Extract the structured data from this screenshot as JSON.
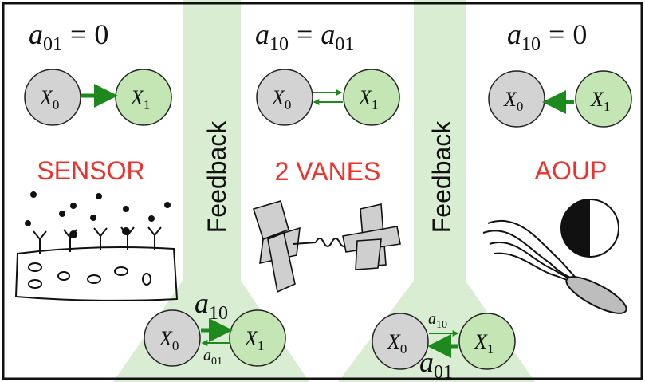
{
  "panels": [
    {
      "equation": {
        "lhs_var": "a",
        "lhs_sub": "01",
        "op": "=",
        "rhs_var": "",
        "rhs_sub": "",
        "rhs_num": "0"
      },
      "nodes": {
        "x0_var": "X",
        "x0_sub": "0",
        "x1_var": "X",
        "x1_sub": "1"
      },
      "label": "SENSOR",
      "illustration": "receptor-cell-icon"
    },
    {
      "equation": {
        "lhs_var": "a",
        "lhs_sub": "10",
        "op": "=",
        "rhs_var": "a",
        "rhs_sub": "01",
        "rhs_num": ""
      },
      "nodes": {
        "x0_var": "X",
        "x0_sub": "0",
        "x1_var": "X",
        "x1_sub": "1"
      },
      "label": "2 VANES",
      "illustration": "vanes-spring-icon"
    },
    {
      "equation": {
        "lhs_var": "a",
        "lhs_sub": "10",
        "op": "=",
        "rhs_var": "",
        "rhs_sub": "",
        "rhs_num": "0"
      },
      "nodes": {
        "x0_var": "X",
        "x0_sub": "0",
        "x1_var": "X",
        "x1_sub": "1"
      },
      "label": "AOUP",
      "illustration": "active-particle-icon"
    }
  ],
  "feedback": [
    {
      "label": "Feedback",
      "nodes": {
        "x0_var": "X",
        "x0_sub": "0",
        "x1_var": "X",
        "x1_sub": "1"
      },
      "top_coupling": {
        "var": "a",
        "sub": "10"
      },
      "bottom_coupling": {
        "var": "a",
        "sub": "01"
      }
    },
    {
      "label": "Feedback",
      "nodes": {
        "x0_var": "X",
        "x0_sub": "0",
        "x1_var": "X",
        "x1_sub": "1"
      },
      "top_coupling": {
        "var": "a",
        "sub": "10"
      },
      "bottom_coupling": {
        "var": "a",
        "sub": "01"
      }
    }
  ],
  "colors": {
    "node_x0": "#d3d3d3",
    "node_x1": "#c4e6b4",
    "arrow": "#1e8a1e",
    "feedback_band": "#d8edd2",
    "label_red": "#f0302a",
    "frame": "#111111"
  }
}
